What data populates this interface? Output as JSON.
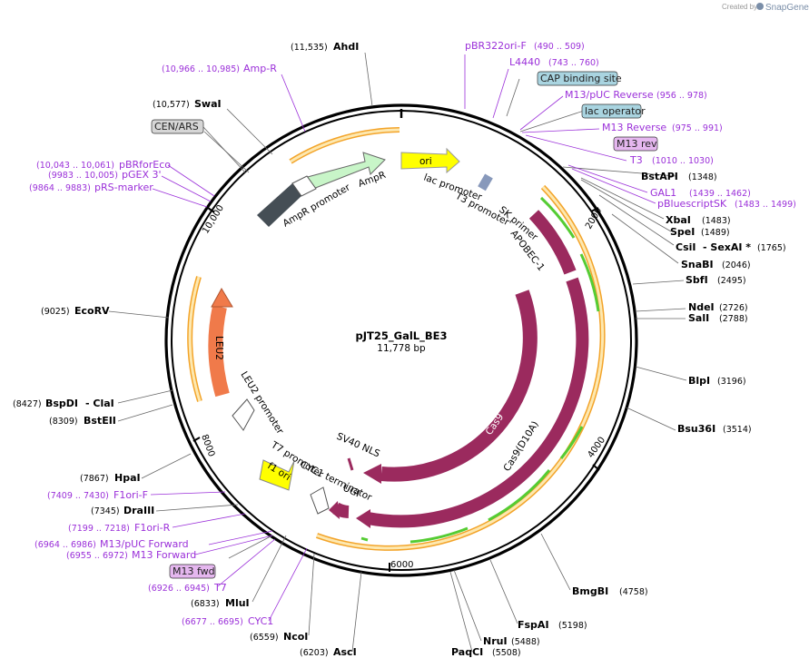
{
  "branding": {
    "created_by": "Created by",
    "app_name": "SnapGene"
  },
  "map": {
    "name": "pJT25_GalL_BE3",
    "size_label": "11,778 bp"
  },
  "ticks": [
    "2000",
    "4000",
    "6000",
    "8000",
    "10,000"
  ],
  "sites_right": [
    {
      "name": "AhdI",
      "pos": "(11,535)"
    },
    {
      "name": "SwaI",
      "pos": "(10,577)"
    },
    {
      "name": "BstAPI",
      "pos": "(1348)"
    },
    {
      "name": "XbaI",
      "pos": "(1483)"
    },
    {
      "name": "SpeI",
      "pos": "(1489)"
    },
    {
      "name": "CsiI",
      "pos": "(1765)",
      "extra": "- SexAI *"
    },
    {
      "name": "SnaBI",
      "pos": "(2046)"
    },
    {
      "name": "SbfI",
      "pos": "(2495)"
    },
    {
      "name": "NdeI",
      "pos": "(2726)"
    },
    {
      "name": "SalI",
      "pos": "(2788)"
    },
    {
      "name": "BlpI",
      "pos": "(3196)"
    },
    {
      "name": "Bsu36I",
      "pos": "(3514)"
    },
    {
      "name": "BmgBI",
      "pos": "(4758)"
    },
    {
      "name": "FspAI",
      "pos": "(5198)"
    },
    {
      "name": "NruI",
      "pos": "(5488)"
    },
    {
      "name": "PaqCI",
      "pos": "(5508)"
    }
  ],
  "sites_left": [
    {
      "name": "EcoRV",
      "pos": "(9025)"
    },
    {
      "name": "BspDI",
      "pos": "(8427)",
      "extra": "- ClaI"
    },
    {
      "name": "BstEII",
      "pos": "(8309)"
    },
    {
      "name": "HpaI",
      "pos": "(7867)"
    },
    {
      "name": "DraIII",
      "pos": "(7345)"
    },
    {
      "name": "MluI",
      "pos": "(6833)"
    },
    {
      "name": "NcoI",
      "pos": "(6559)"
    },
    {
      "name": "AscI",
      "pos": "(6203)"
    }
  ],
  "features_top": [
    {
      "name": "Amp-R",
      "pos": "(10,966 .. 10,985)"
    },
    {
      "name": "pBR322ori-F",
      "pos": "(490 .. 509)"
    },
    {
      "name": "L4440",
      "pos": "(743 .. 760)"
    },
    {
      "name": "M13/pUC Reverse",
      "pos": "(956 .. 978)"
    },
    {
      "name": "M13 Reverse",
      "pos": "(975 .. 991)"
    },
    {
      "name": "T3",
      "pos": "(1010 .. 1030)"
    },
    {
      "name": "GAL1",
      "pos": "(1439 .. 1462)"
    },
    {
      "name": "pBluescriptSK",
      "pos": "(1483 .. 1499)"
    },
    {
      "name": "pBRforEco",
      "pos": "(10,043 .. 10,061)"
    },
    {
      "name": "pGEX 3'",
      "pos": "(9983 .. 10,005)"
    },
    {
      "name": "pRS-marker",
      "pos": "(9864 .. 9883)"
    },
    {
      "name": "F1ori-F",
      "pos": "(7409 .. 7430)"
    },
    {
      "name": "F1ori-R",
      "pos": "(7199 .. 7218)"
    },
    {
      "name": "M13/pUC Forward",
      "pos": "(6964 .. 6986)"
    },
    {
      "name": "M13 Forward",
      "pos": "(6955 .. 6972)"
    },
    {
      "name": "T7",
      "pos": "(6926 .. 6945)"
    },
    {
      "name": "CYC1",
      "pos": "(6677 .. 6695)"
    }
  ],
  "boxed_features": {
    "cap": "CAP binding site",
    "lac_op": "lac operator",
    "m13rev": "M13 rev",
    "cen": "CEN/ARS",
    "m13fwd": "M13 fwd"
  },
  "inner_labels": {
    "ori": "ori",
    "ampr": "AmpR",
    "ampr_promoter": "AmpR promoter",
    "lac_promoter": "lac promoter",
    "t3_promoter": "T3 promoter",
    "sk_primer": "SK primer",
    "apobec": "APOBEC-1",
    "cas9": "Cas9",
    "cas9_d10a": "Cas9(D10A)",
    "sv40": "SV40 NLS",
    "cyc1_term": "CYC1 terminator",
    "ugi": "UGI",
    "f1ori": "f1 ori",
    "t7_promoter": "T7 promoter",
    "leu2_promoter": "LEU2 promoter",
    "leu2": "LEU2"
  },
  "colors": {
    "orf_yellow": "#fde8b0",
    "orf_border": "#f3a42a",
    "cas9_maroon": "#9b2a5e",
    "leu2_orange": "#f07a4a",
    "ampr_green": "#c8f5c8",
    "ori_yellow": "#ffff00",
    "feature_purple": "#9b30d9",
    "cen_gray": "#d6d6d6",
    "box_blue": "#a9d4e0",
    "m13_pink": "#e5b7ef",
    "green_arrow": "#55cc33"
  }
}
